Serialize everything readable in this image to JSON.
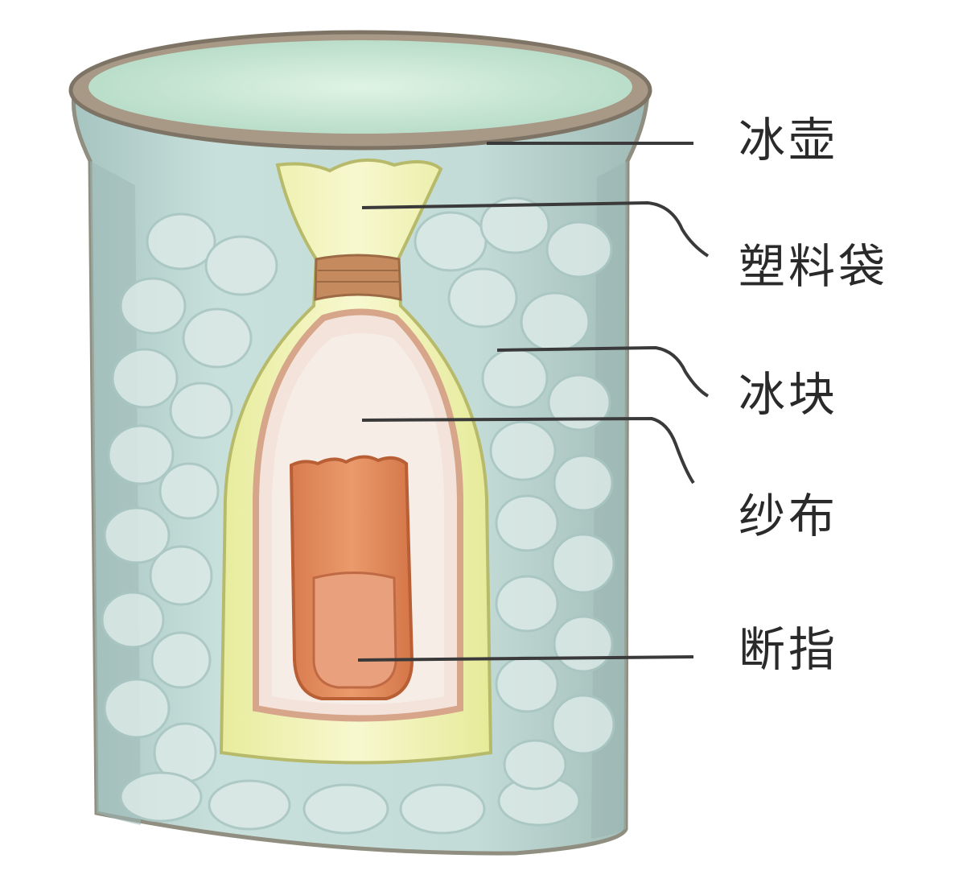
{
  "labels": {
    "ice_pot": "冰壶",
    "plastic_bag": "塑料袋",
    "ice_cubes": "冰块",
    "gauze": "纱布",
    "severed_finger": "断指"
  },
  "colors": {
    "ice_water": "#bcd9d6",
    "container_rim": "#9a8a78",
    "plastic_bag": "#f1f2b6",
    "gauze": "#f3e6df",
    "finger": "#e08a5c",
    "leader_line": "#3a3a3a"
  }
}
